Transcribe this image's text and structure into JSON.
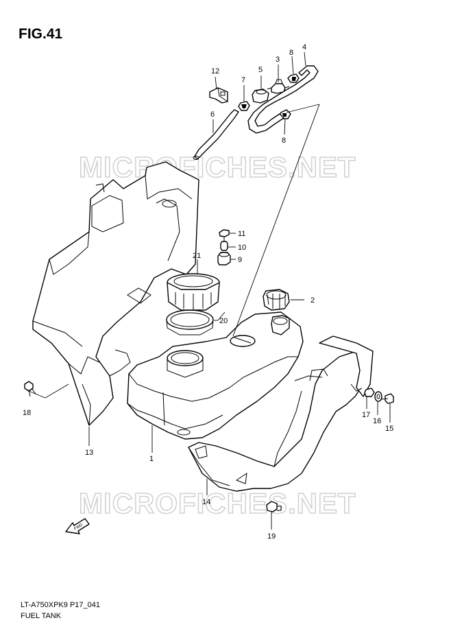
{
  "figure": {
    "title": "FIG.41"
  },
  "footer": {
    "code": "LT-A750XPK9 P17_041",
    "name": "FUEL TANK"
  },
  "watermark": {
    "text_top": "MICROFICHES.NET",
    "text_bottom": "MICROFICHES.NET"
  },
  "fwd_label": "FWD",
  "callouts": {
    "c1": "1",
    "c2": "2",
    "c3": "3",
    "c4": "4",
    "c5": "5",
    "c6": "6",
    "c7": "7",
    "c8a": "8",
    "c8b": "8",
    "c9": "9",
    "c10": "10",
    "c11": "11",
    "c12": "12",
    "c13": "13",
    "c14": "14",
    "c15": "15",
    "c16": "16",
    "c17": "17",
    "c18": "18",
    "c19": "19",
    "c20": "20",
    "c21": "21"
  },
  "colors": {
    "line": "#000000",
    "watermark": "#d2d2d2",
    "background": "#ffffff"
  }
}
